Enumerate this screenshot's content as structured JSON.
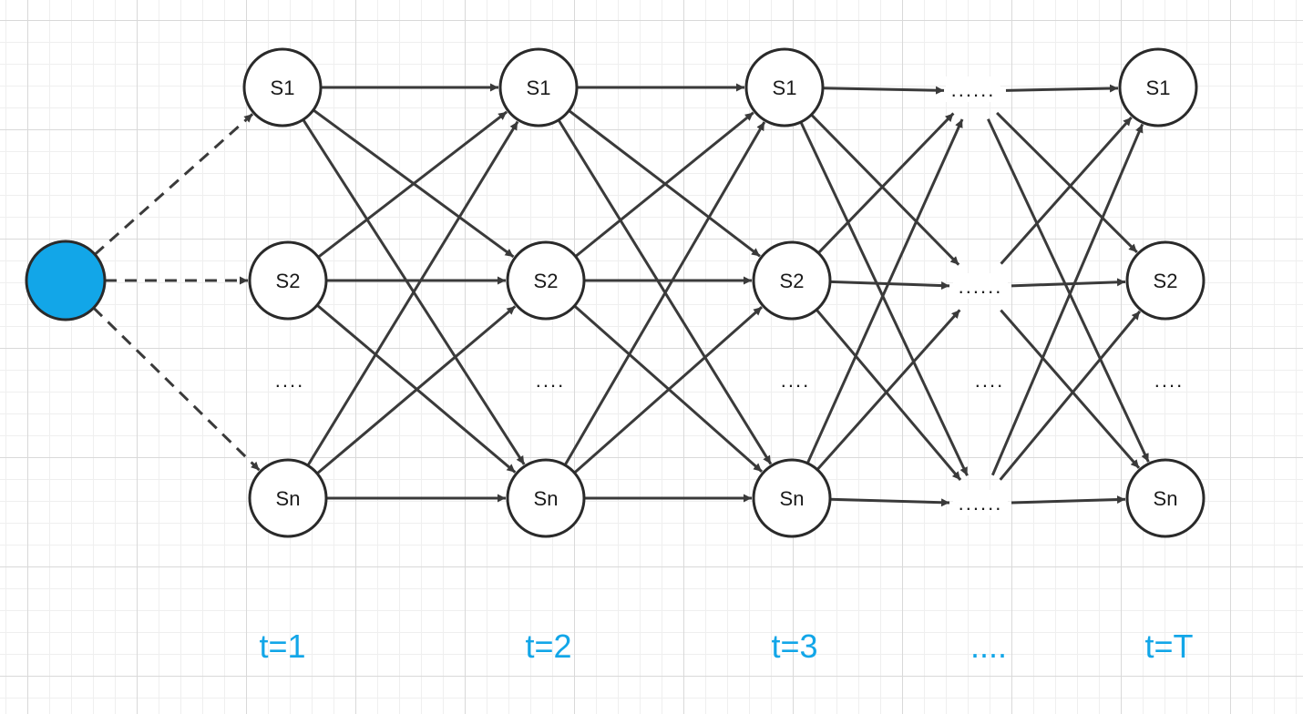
{
  "diagram": {
    "start_node": {
      "fill": "#12a6e8"
    },
    "state_labels": [
      "S1",
      "S2",
      "Sn"
    ],
    "ellipsis_row_label": "....",
    "mid_column_labels": [
      "......",
      "......",
      "....",
      "......"
    ],
    "time_labels": [
      "t=1",
      "t=2",
      "t=3",
      "....",
      "t=T"
    ],
    "time_label_color": "#12a6e8",
    "edge_color": "#3a3a3a"
  }
}
